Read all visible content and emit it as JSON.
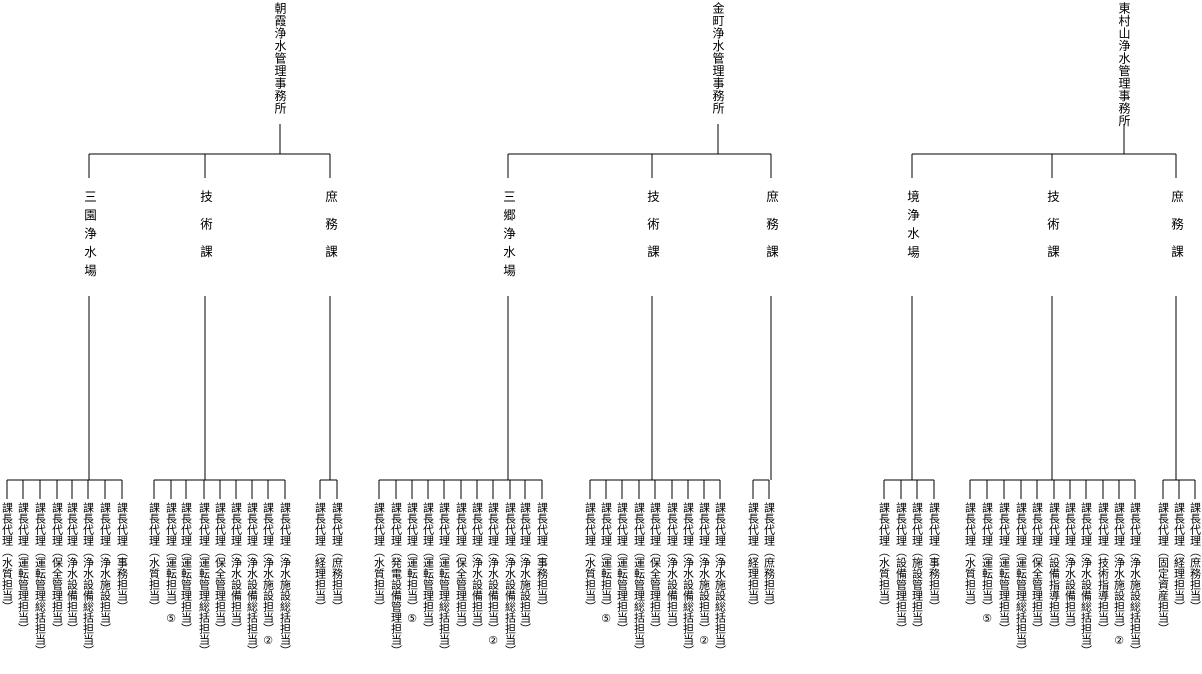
{
  "offices": [
    {
      "name": "朝霞浄水管理事務所",
      "departments": [
        {
          "name": "三園浄水場",
          "positions": [
            [
              "課長代理",
              "（事務担当）"
            ],
            [
              "課長代理",
              "（浄水施設担当）"
            ],
            [
              "課長代理",
              "（浄水設備総括担当）"
            ],
            [
              "課長代理",
              "（浄水設備担当）"
            ],
            [
              "課長代理",
              "（保全管理担当）"
            ],
            [
              "課長代理",
              "（運転管理総括担当）"
            ],
            [
              "課長代理",
              "（運転管理担当）"
            ],
            [
              "課長代理",
              "（水質担当）"
            ]
          ]
        },
        {
          "name": "技術課",
          "positions": [
            [
              "課長代理",
              "（浄水施設総括担当）"
            ],
            [
              "課長代理",
              "（浄水施設担当）②"
            ],
            [
              "課長代理",
              "（浄水設備総括担当）"
            ],
            [
              "課長代理",
              "（浄水設備担当）"
            ],
            [
              "課長代理",
              "（保全管理担当）"
            ],
            [
              "課長代理",
              "（運転管理総括担当）"
            ],
            [
              "課長代理",
              "（運転管理担当）"
            ],
            [
              "課長代理",
              "（運転担当）⑤"
            ],
            [
              "課長代理",
              "（水質担当）"
            ]
          ]
        },
        {
          "name": "庶務課",
          "positions": [
            [
              "課長代理",
              "（庶務担当）"
            ],
            [
              "課長代理",
              "（経理担当）"
            ]
          ]
        }
      ]
    },
    {
      "name": "金町浄水管理事務所",
      "departments": [
        {
          "name": "三郷浄水場",
          "positions": [
            [
              "課長代理",
              "（事務担当）"
            ],
            [
              "課長代理",
              "（浄水施設担当）"
            ],
            [
              "課長代理",
              "（浄水設備総括担当）"
            ],
            [
              "課長代理",
              "（浄水設備担当）②"
            ],
            [
              "課長代理",
              "（浄水設備担当）"
            ],
            [
              "課長代理",
              "（保全管理担当）"
            ],
            [
              "課長代理",
              "（運転管理総括担当）"
            ],
            [
              "課長代理",
              "（運転管理担当）"
            ],
            [
              "課長代理",
              "（運転担当）⑤"
            ],
            [
              "課長代理",
              "（発電設備管理担当）"
            ],
            [
              "課長代理",
              "（水質担当）"
            ]
          ]
        },
        {
          "name": "技術課",
          "positions": [
            [
              "課長代理",
              "（浄水施設総括担当）"
            ],
            [
              "課長代理",
              "（浄水施設担当）②"
            ],
            [
              "課長代理",
              "（浄水設備総括担当）"
            ],
            [
              "課長代理",
              "（浄水設備担当）"
            ],
            [
              "課長代理",
              "（保全管理担当）"
            ],
            [
              "課長代理",
              "（運転管理総括担当）"
            ],
            [
              "課長代理",
              "（運転管理担当）"
            ],
            [
              "課長代理",
              "（運転担当）⑤"
            ],
            [
              "課長代理",
              "（水質担当）"
            ]
          ]
        },
        {
          "name": "庶務課",
          "positions": [
            [
              "課長代理",
              "（庶務担当）"
            ],
            [
              "課長代理",
              "（経理担当）"
            ]
          ]
        }
      ]
    },
    {
      "name": "東村山浄水管理事務所",
      "departments": [
        {
          "name": "境浄水場",
          "positions": [
            [
              "課長代理",
              "（事務担当）"
            ],
            [
              "課長代理",
              "（施設管理担当）"
            ],
            [
              "課長代理",
              "（設備管理担当）"
            ],
            [
              "課長代理",
              "（水質担当）"
            ]
          ]
        },
        {
          "name": "技術課",
          "positions": [
            [
              "課長代理",
              "（浄水施設総括担当）"
            ],
            [
              "課長代理",
              "（浄水施設担当）②"
            ],
            [
              "課長代理",
              "（技術指導担当）"
            ],
            [
              "課長代理",
              "（浄水設備総括担当）"
            ],
            [
              "課長代理",
              "（浄水設備担当）"
            ],
            [
              "課長代理",
              "（設備指導担当）"
            ],
            [
              "課長代理",
              "（保全管理担当）"
            ],
            [
              "課長代理",
              "（運転管理総括担当）"
            ],
            [
              "課長代理",
              "（運転管理担当）"
            ],
            [
              "課長代理",
              "（運転担当）⑤"
            ],
            [
              "課長代理",
              "（水質担当）"
            ]
          ]
        },
        {
          "name": "庶務課",
          "positions": [
            [
              "課長代理",
              "（庶務担当）"
            ],
            [
              "課長代理",
              "（経理担当）"
            ],
            [
              "課長代理",
              "（固定資産担当）"
            ]
          ]
        }
      ]
    }
  ]
}
